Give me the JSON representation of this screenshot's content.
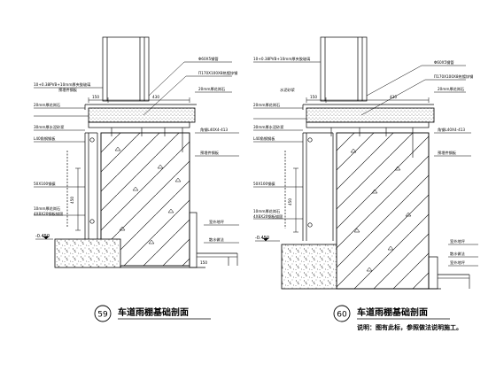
{
  "detail_59": {
    "number": "59",
    "title": "车道雨棚基础剖面",
    "callouts": {
      "glass_layers": "10+0.38PVB+10mm厚夹胶玻璃",
      "steel_pipe": "Φ60X5钢管",
      "steel_section": "Π170X100X8热镀锌钢",
      "stone_top": "20mm厚花岗石",
      "weep": "预埋件钢板",
      "mortar_30": "30mm厚水泥砂浆",
      "angle_40": "L40角钢钢板",
      "angle_r": "角钢L40X4-413",
      "embed_r": "预埋件钢板",
      "steel_50": "50X100钢檩",
      "stone_10": "10mm厚花岗石",
      "bolts": "4X8X20钢板锚固",
      "ground_r": "室外地坪",
      "finish_r": "散水做法",
      "dim_width": "430",
      "dim_small": "150",
      "dim_150b": "150",
      "dim_vert": "450",
      "level": "-0.450"
    }
  },
  "detail_60": {
    "number": "60",
    "title": "车道雨棚基础剖面",
    "note": "说明：图有此标，参照做法说明施工。",
    "callouts": {
      "glass_layers": "10+0.38PVB+10mm厚夹胶玻璃",
      "steel_pipe": "Φ60X5钢管",
      "steel_section": "Π170X100X8热镀锌钢",
      "stone_top": "20mm厚花岗石",
      "weep": "水泥砂浆",
      "mortar_30": "30mm厚水泥砂浆",
      "angle_40": "L40角钢钢板",
      "angle_r": "角钢L40X4-413",
      "embed_r": "预埋件钢板",
      "steel_50": "50X100钢檩",
      "stone_10": "10mm厚花岗石",
      "bolts": "4X8X20钢板锚固",
      "ground_r": "室外地坪",
      "finish_r": "散水做法",
      "finish_r2": "室外地坪",
      "dim_width": "430",
      "dim_small": "150",
      "dim_vert": "450",
      "level": "-0.450"
    }
  },
  "colors": {
    "line": "#000000",
    "background": "#ffffff"
  }
}
